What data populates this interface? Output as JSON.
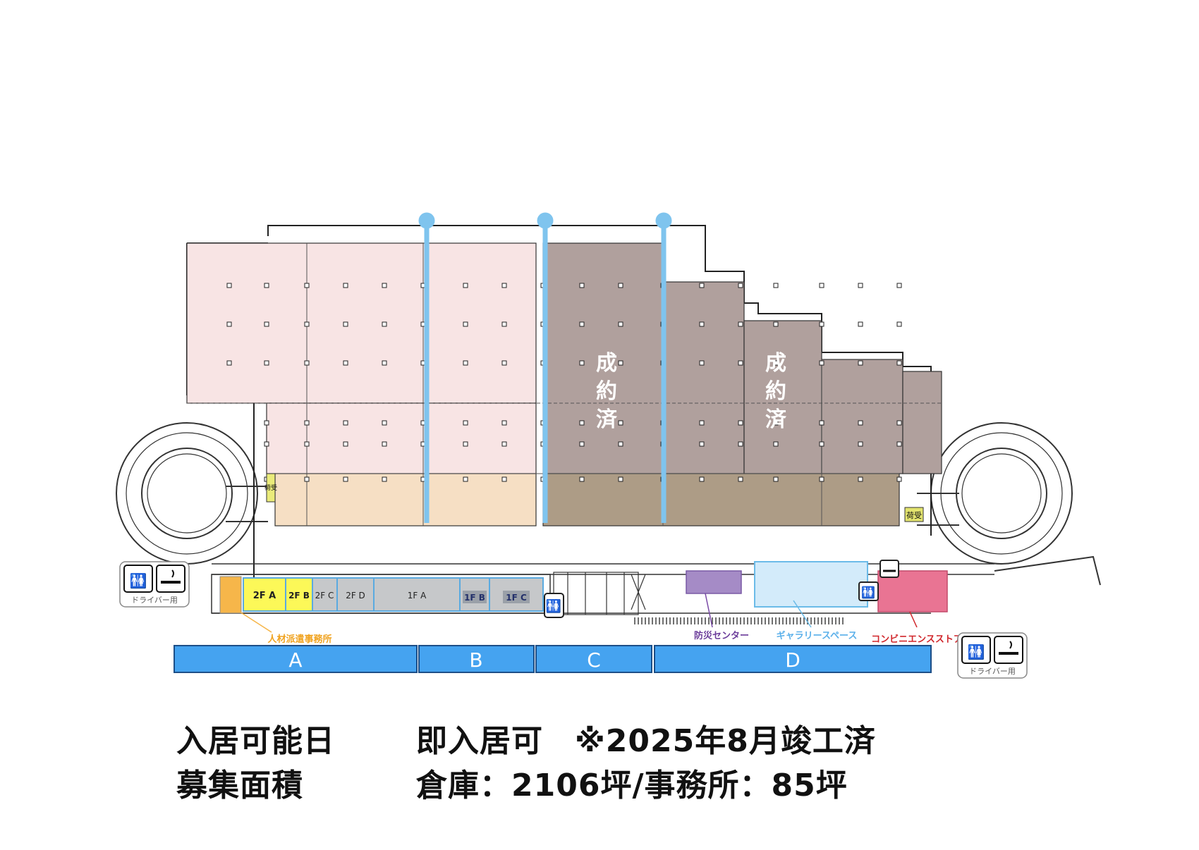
{
  "sections": {
    "a": "A",
    "b": "B",
    "c": "C",
    "d": "D"
  },
  "status": {
    "contracted_1": [
      "成",
      "約",
      "済"
    ],
    "contracted_2": [
      "成",
      "約",
      "済"
    ]
  },
  "units": {
    "f2a": "2F A",
    "f2b": "2F B",
    "f2c": "2F C",
    "f2d": "2F D",
    "f1a": "1F A",
    "f1b": "1F B",
    "f1c": "1F C"
  },
  "facilities": {
    "staffing_office": "人材派遣事務所",
    "disaster_center": "防災センター",
    "gallery_space": "ギャラリースペース",
    "convenience_store": "コンビニエンスストア",
    "driver_label_left": "ドライバー用",
    "driver_label_right": "ドライバー用",
    "loading_left": "荷受",
    "loading_right": "荷受"
  },
  "info": {
    "availability_label": "入居可能日",
    "availability_value": "即入居可　※2025年8月竣工済",
    "area_label": "募集面積",
    "area_value": "倉庫：2106坪/事務所：85坪"
  },
  "colors": {
    "available_warehouse": "#f8e4e4",
    "available_dock": "#f6dfc4",
    "contracted_warehouse": "#b0a09d",
    "contracted_dock": "#ad9c86",
    "divider_blue": "#7fc4ee",
    "section_bar": "#45a3f0",
    "staffing_office": "#f6b64a",
    "unit_yellow": "#fcf858",
    "unit_gray": "#c6c8ca",
    "disaster_center": "#a58bc6",
    "gallery_space": "#d3ebfa",
    "convenience_store": "#e97493"
  }
}
